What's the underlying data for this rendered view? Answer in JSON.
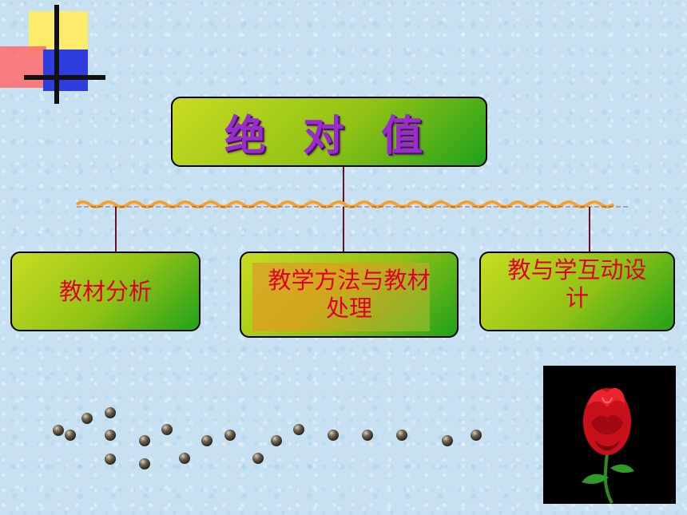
{
  "diagram": {
    "title": "绝 对 值",
    "branches": [
      {
        "label": "教材分析"
      },
      {
        "label": "教学方法与教材处理"
      },
      {
        "label": "教与学互动设计"
      }
    ]
  },
  "colors": {
    "box_fill_light": "#c8dc22",
    "box_fill_dark": "#21a11c",
    "title_text": "#9a2ccc",
    "branch_text": "#e0002a",
    "connector": "#6b1020",
    "wavy_line": "#f7a12b"
  },
  "icons": {
    "corner": "square-cross-logo",
    "flower": "rose-icon",
    "beads": "bead-dots"
  }
}
